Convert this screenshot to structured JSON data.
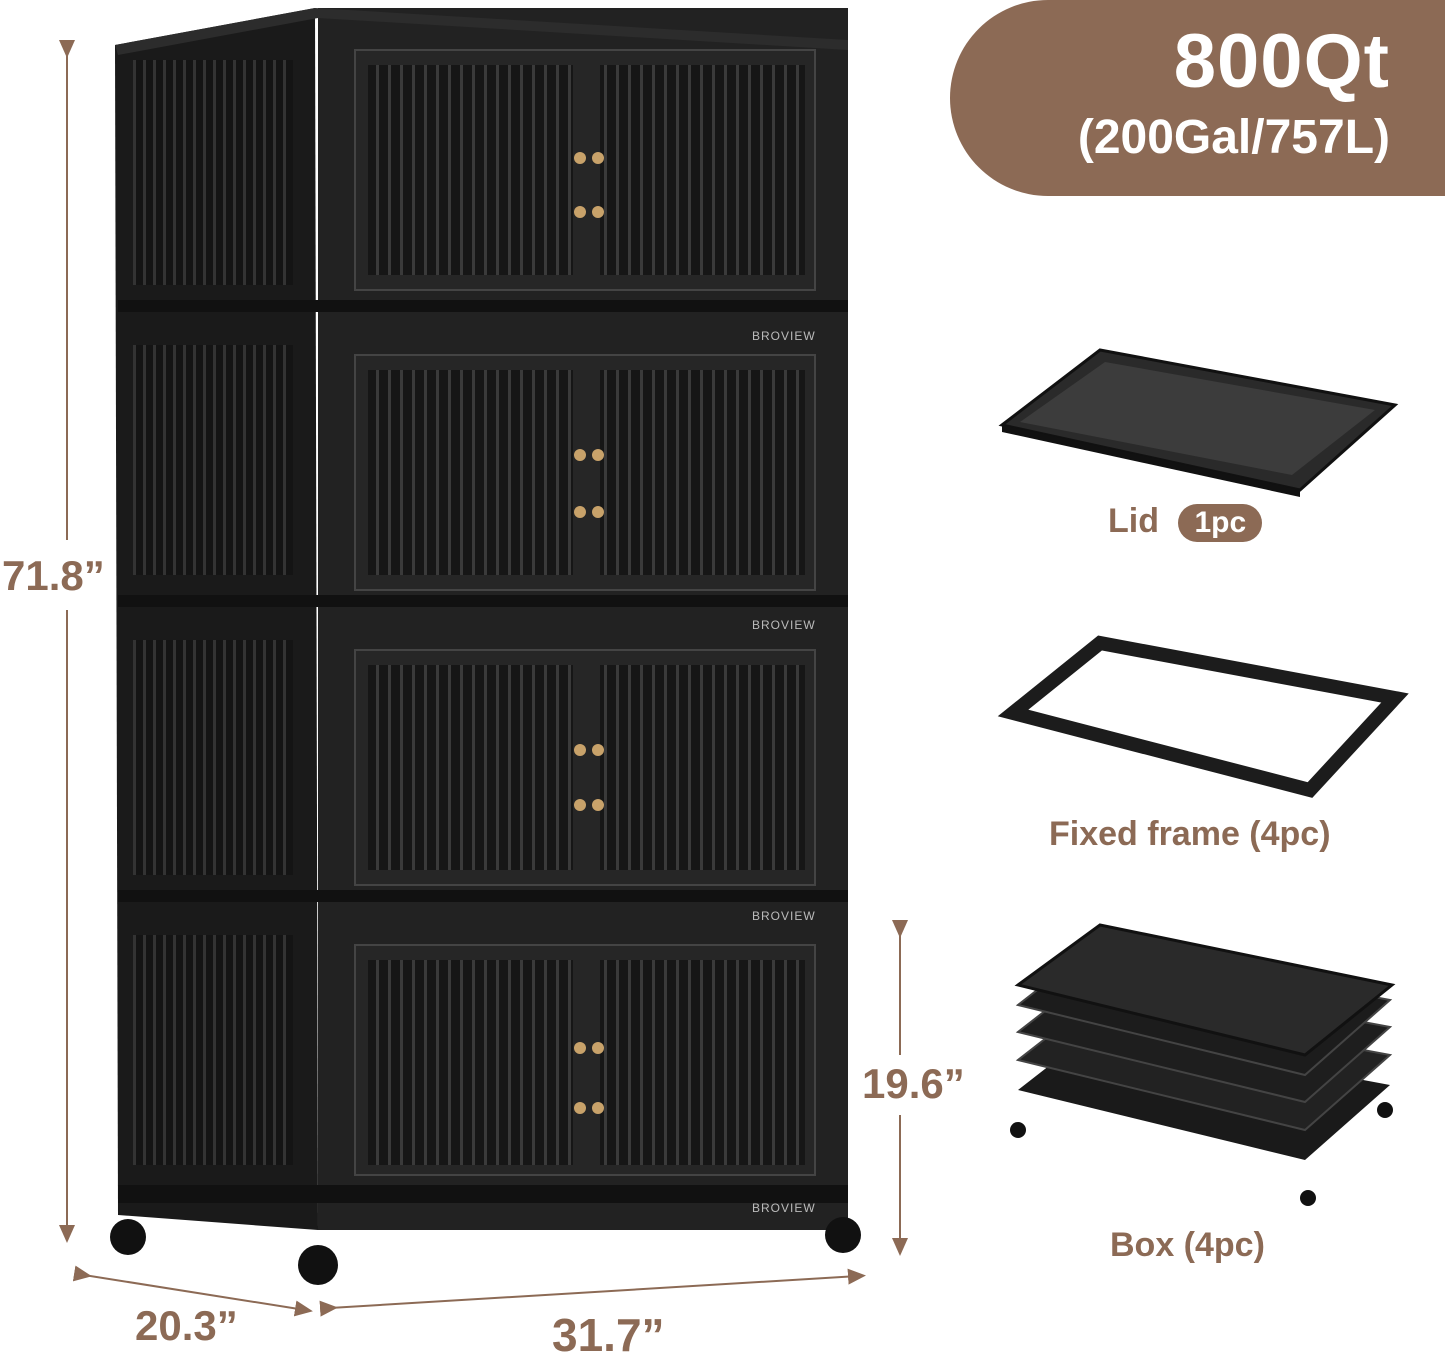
{
  "capacity": {
    "main": "800Qt",
    "sub": "(200Gal/757L)"
  },
  "dimensions": {
    "height": "71.8”",
    "depth": "20.3”",
    "width": "31.7”",
    "box_height": "19.6”"
  },
  "brand": "BROVIEW",
  "parts": [
    {
      "name": "Lid",
      "qty": "1pc"
    },
    {
      "name": "Fixed frame (4pc)"
    },
    {
      "name": "Box (4pc)"
    }
  ],
  "colors": {
    "accent": "#8c6a55",
    "body": "#1c1c1c"
  }
}
